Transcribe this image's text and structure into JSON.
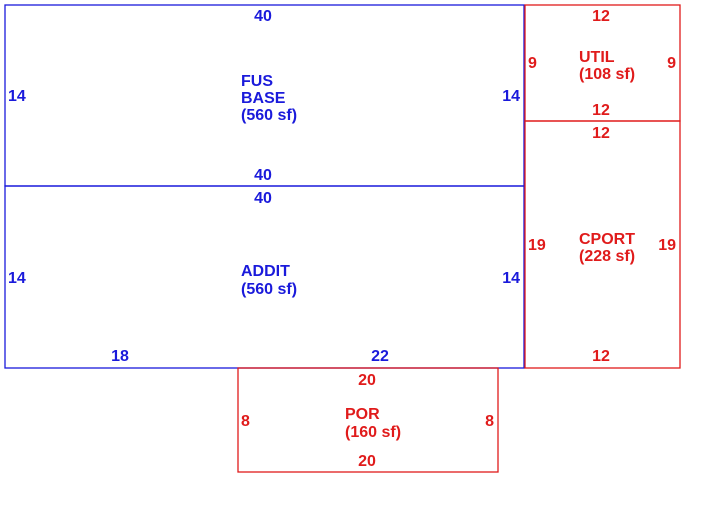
{
  "areas": [
    {
      "id": "fus_base",
      "name_lines": [
        "FUS",
        "BASE"
      ],
      "area": "(560 sf)",
      "color": "#1a1adb",
      "dims": {
        "top": "40",
        "bottom": "40",
        "left": "14",
        "right": "14"
      }
    },
    {
      "id": "addit",
      "name_lines": [
        "ADDIT"
      ],
      "area": "(560 sf)",
      "color": "#1a1adb",
      "dims": {
        "top": "40",
        "bottom_left": "18",
        "bottom_right": "22",
        "left": "14",
        "right": "14"
      }
    },
    {
      "id": "util",
      "name_lines": [
        "UTIL"
      ],
      "area": "(108 sf)",
      "color": "#e01b1b",
      "dims": {
        "top": "12",
        "bottom": "12",
        "left": "9",
        "right": "9"
      }
    },
    {
      "id": "cport",
      "name_lines": [
        "CPORT"
      ],
      "area": "(228 sf)",
      "color": "#e01b1b",
      "dims": {
        "top": "12",
        "bottom": "12",
        "left": "19",
        "right": "19"
      }
    },
    {
      "id": "por",
      "name_lines": [
        "POR"
      ],
      "area": "(160 sf)",
      "color": "#e01b1b",
      "dims": {
        "top": "20",
        "bottom": "20",
        "left": "8",
        "right": "8"
      }
    }
  ]
}
